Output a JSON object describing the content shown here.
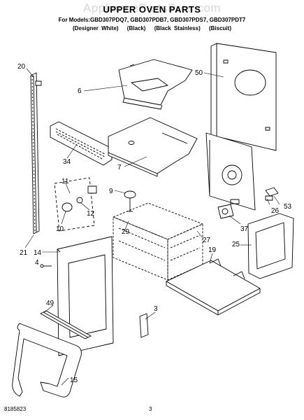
{
  "header": {
    "watermark": "AppliancePartsPros.com",
    "title": "UPPER OVEN PARTS",
    "models_line": "For Models:GBD307PDQ7, GBD307PDB7, GBD307PDS7, GBD307PDT7",
    "colors": [
      "(Designer White)",
      "(Black)",
      "(Black Stainless)",
      "(Biscuit)"
    ]
  },
  "callouts": {
    "c20": "20",
    "c6": "6",
    "c50": "50",
    "c34": "34",
    "c7": "7",
    "c11": "11",
    "c9": "9",
    "c12": "12",
    "c10": "10",
    "c29": "29",
    "c26": "26",
    "c53": "53",
    "c37": "37",
    "c27": "27",
    "c21": "21",
    "c14": "14",
    "c4": "4",
    "c19": "19",
    "c25": "25",
    "c49": "49",
    "c3": "3",
    "c15": "15"
  },
  "footer": {
    "doc_number": "8185823",
    "page_number": "3"
  }
}
